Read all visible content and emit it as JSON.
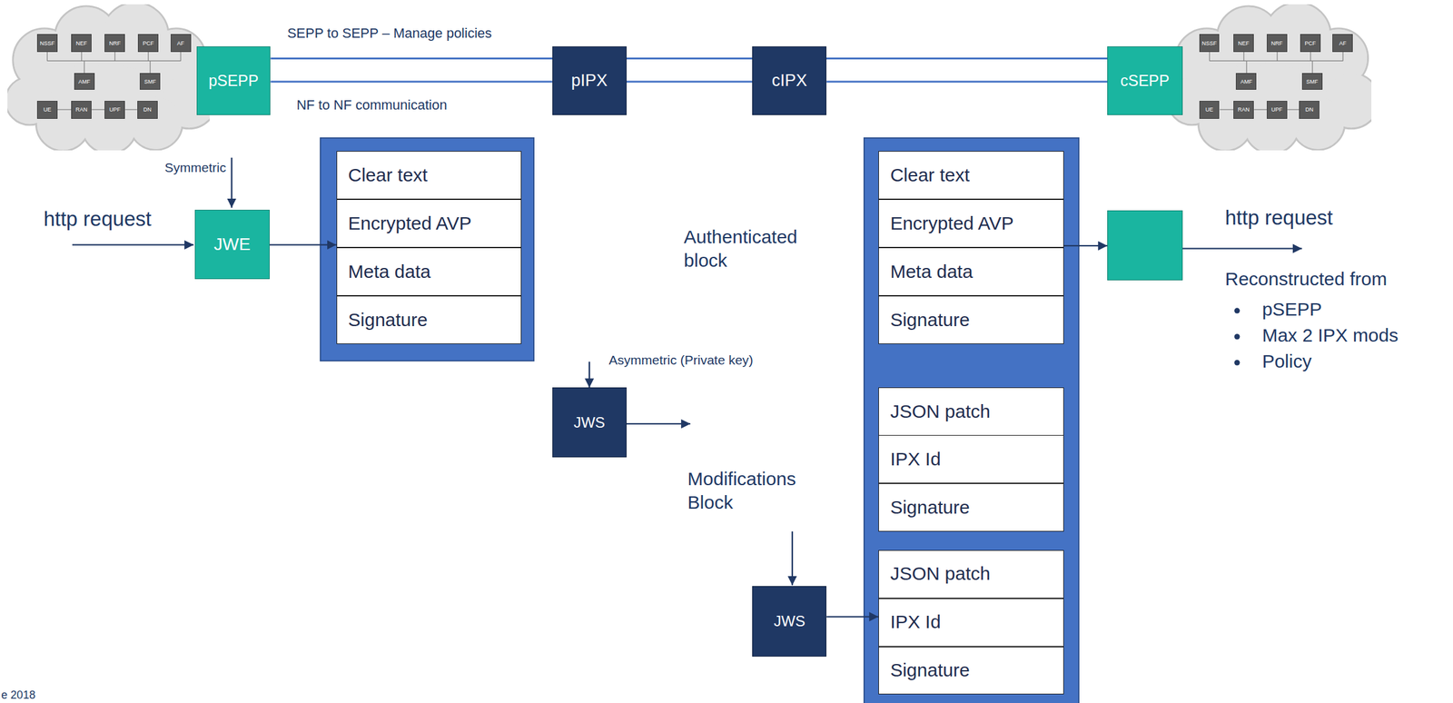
{
  "diagram": {
    "nodes": [
      {
        "text": []
      },
      {
        "text": [
          "NSSF"
        ],
        "in": 0
      },
      {
        "text": [
          "NEF"
        ],
        "in": 0
      },
      {
        "text": [
          "NRF"
        ],
        "in": 0
      },
      {
        "text": [
          "PCF"
        ],
        "in": 0
      },
      {
        "text": [
          "AF"
        ],
        "in": 0
      },
      {
        "text": [
          "AMF"
        ],
        "in": 0
      },
      {
        "text": [
          "SMF"
        ],
        "in": 0
      },
      {
        "text": [
          "UE"
        ],
        "in": 0
      },
      {
        "text": [
          "RAN"
        ],
        "in": 0
      },
      {
        "text": [
          "UPF"
        ],
        "in": 0
      },
      {
        "text": [
          "DN"
        ],
        "in": 0
      },
      {
        "text": [
          "pSEPP"
        ]
      },
      {
        "text": [
          "pIPX"
        ]
      },
      {
        "text": [
          "cIPX"
        ]
      },
      {
        "text": [
          "cSEPP"
        ]
      },
      {
        "text": []
      },
      {
        "text": [
          "NSSF"
        ],
        "in": 16
      },
      {
        "text": [
          "NEF"
        ],
        "in": 16
      },
      {
        "text": [
          "NRF"
        ],
        "in": 16
      },
      {
        "text": [
          "PCF"
        ],
        "in": 16
      },
      {
        "text": [
          "AF"
        ],
        "in": 16
      },
      {
        "text": [
          "AMF"
        ],
        "in": 16
      },
      {
        "text": [
          "SMF"
        ],
        "in": 16
      },
      {
        "text": [
          "UE"
        ],
        "in": 16
      },
      {
        "text": [
          "RAN"
        ],
        "in": 16
      },
      {
        "text": [
          "UPF"
        ],
        "in": 16
      },
      {
        "text": [
          "DN"
        ],
        "in": 16
      },
      {
        "text": [
          "JWE"
        ]
      },
      {
        "text": []
      },
      {
        "text": [
          "Clear text"
        ],
        "in": 29
      },
      {
        "text": [
          "Encrypted AVP"
        ],
        "in": 29
      },
      {
        "text": [
          "Meta data"
        ],
        "in": 29
      },
      {
        "text": [
          "Signature"
        ],
        "in": 29
      },
      {
        "text": [
          "JWS"
        ]
      },
      {
        "text": []
      },
      {
        "text": [
          "Clear text"
        ],
        "in": 35
      },
      {
        "text": [
          "Encrypted AVP"
        ],
        "in": 35
      },
      {
        "text": [
          "Meta data"
        ],
        "in": 35
      },
      {
        "text": [
          "Signature"
        ],
        "in": 35
      },
      {
        "text": [
          "JSON patch"
        ],
        "in": 35
      },
      {
        "text": [
          "IPX Id"
        ],
        "in": 35
      },
      {
        "text": [
          "Signature"
        ],
        "in": 35
      },
      {
        "text": [
          "JSON patch"
        ],
        "in": 35
      },
      {
        "text": [
          "IPX Id"
        ],
        "in": 35
      },
      {
        "text": [
          "Signature"
        ],
        "in": 35
      },
      {
        "text": [
          "JWS"
        ]
      },
      {
        "text": []
      }
    ],
    "edges": [
      {
        "from": 12,
        "to": 15,
        "arrow": "none",
        "label": "SEPP to SEPP – Manage policies"
      },
      {
        "from": 12,
        "to": 13,
        "arrow": "none",
        "label": "NF to NF communication"
      },
      {
        "from": 13,
        "to": 14,
        "arrow": "none"
      },
      {
        "from": 14,
        "to": 15,
        "arrow": "none"
      },
      {
        "from": 28,
        "to": 31,
        "arrow": "to"
      },
      {
        "from": 29,
        "to": 34,
        "arrow": "to",
        "label": "Asymmetric (Private key)"
      },
      {
        "from": 46,
        "to": 44,
        "arrow": "to"
      },
      {
        "from": 37,
        "to": 47,
        "arrow": "to"
      }
    ],
    "labels": [
      "Symmetric",
      "http request",
      "Authenticated block",
      "Modifications Block",
      "http request",
      "Reconstructed from",
      "pSEPP",
      "Max 2 IPX mods",
      "Policy",
      "e 2018"
    ]
  }
}
